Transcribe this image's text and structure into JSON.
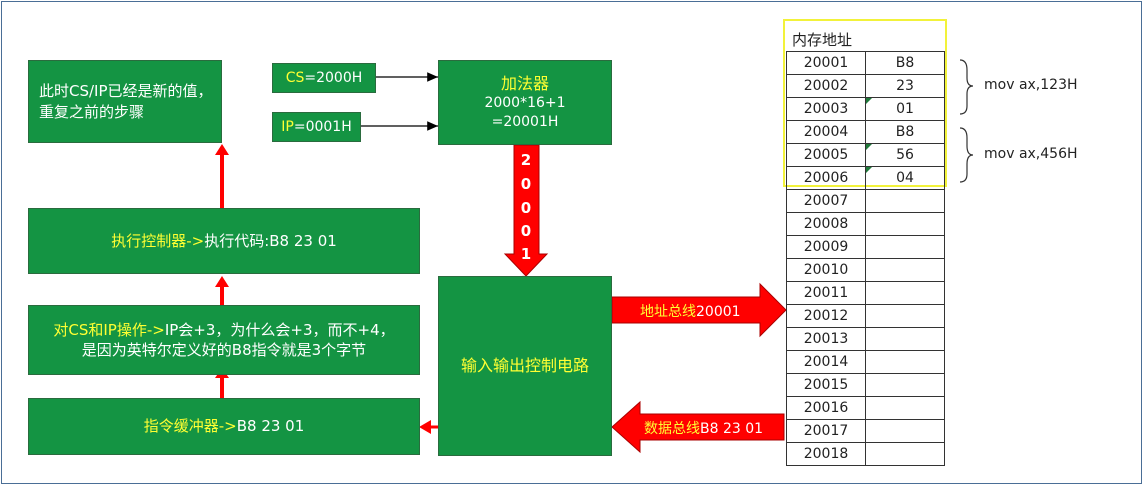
{
  "boxes": {
    "cs_ip_new": {
      "line1": "此时CS/IP已经是新的值，",
      "line2": "重复之前的步骤"
    },
    "cs": {
      "name": "CS",
      "value": "=2000H"
    },
    "ip": {
      "name": "IP",
      "value": "=0001H"
    },
    "adder": {
      "title": "加法器",
      "line1": "2000*16+1",
      "line2": "=20001H"
    },
    "executor": {
      "name": "执行控制器->",
      "text": "执行代码:B8 23 01"
    },
    "cs_ip_op": {
      "line1_name": "对CS和IP操作->",
      "line1_text": "IP会+3，为什么会+3，而不+4，",
      "line2": "是因为英特尔定义好的B8指令就是3个字节"
    },
    "instr_buffer": {
      "name": "指令缓冲器->",
      "text": "B8 23 01"
    },
    "io_circuit": {
      "label": "输入输出控制电路"
    }
  },
  "adder_output_digits": [
    "2",
    "0",
    "0",
    "0",
    "1"
  ],
  "address_bus": {
    "name": "地址总线",
    "value": "20001"
  },
  "data_bus": {
    "name": "数据总线",
    "value": "B8 23 01"
  },
  "memory": {
    "title": "内存地址",
    "rows": [
      {
        "addr": "20001",
        "val": "B8"
      },
      {
        "addr": "20002",
        "val": "23"
      },
      {
        "addr": "20003",
        "val": "01"
      },
      {
        "addr": "20004",
        "val": "B8"
      },
      {
        "addr": "20005",
        "val": "56"
      },
      {
        "addr": "20006",
        "val": "04"
      },
      {
        "addr": "20007",
        "val": ""
      },
      {
        "addr": "20008",
        "val": ""
      },
      {
        "addr": "20009",
        "val": ""
      },
      {
        "addr": "20010",
        "val": ""
      },
      {
        "addr": "20011",
        "val": ""
      },
      {
        "addr": "20012",
        "val": ""
      },
      {
        "addr": "20013",
        "val": ""
      },
      {
        "addr": "20014",
        "val": ""
      },
      {
        "addr": "20015",
        "val": ""
      },
      {
        "addr": "20016",
        "val": ""
      },
      {
        "addr": "20017",
        "val": ""
      },
      {
        "addr": "20018",
        "val": ""
      }
    ]
  },
  "instructions": [
    {
      "text": "mov ax,123H"
    },
    {
      "text": "mov ax,456H"
    }
  ],
  "colors": {
    "box_green": "#149443",
    "arrow_red": "#ff0000",
    "highlight_yellow": "#ffff33",
    "frame_blue": "#4a6e96"
  }
}
